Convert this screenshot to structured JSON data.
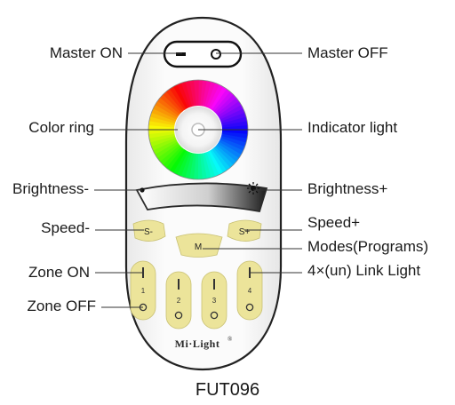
{
  "title": "FUT096",
  "brand": "Mi·Light",
  "brand_mark": "®",
  "colors": {
    "remote_body": "#f7f7f7",
    "remote_outline": "#222222",
    "button_yellow": "#ece49a",
    "line": "#333333"
  },
  "labels_left": {
    "master_on": "Master ON",
    "color_ring": "Color ring",
    "brightness_minus": "Brightness-",
    "speed_minus": "Speed-",
    "zone_on": "Zone ON",
    "zone_off": "Zone OFF"
  },
  "labels_right": {
    "master_off": "Master OFF",
    "indicator_light": "Indicator light",
    "brightness_plus": "Brightness+",
    "speed_plus": "Speed+",
    "modes": "Modes(Programs)",
    "link_light": "4×(un) Link Light"
  },
  "buttons": {
    "speed_minus": "S-",
    "speed_plus": "S+",
    "mode": "M",
    "zones": [
      "1",
      "2",
      "3",
      "4"
    ]
  },
  "icons": {
    "brightness_minus": "small-dot-icon",
    "brightness_plus": "sun-icon"
  }
}
